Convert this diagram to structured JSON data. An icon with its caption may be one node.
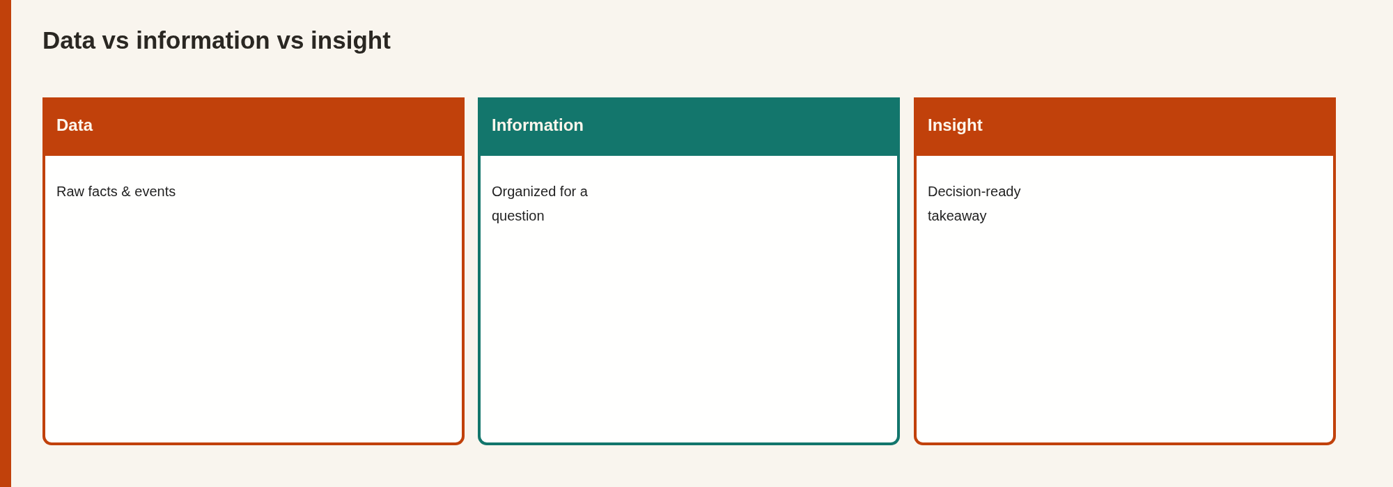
{
  "diagram": {
    "title": "Data vs information vs insight",
    "nodes": [
      {
        "text": [
          "Data",
          "Raw facts & events"
        ]
      },
      {
        "text": [
          "Information",
          "Organized for a question"
        ]
      },
      {
        "text": [
          "Insight",
          "Decision-ready takeaway"
        ]
      }
    ]
  }
}
